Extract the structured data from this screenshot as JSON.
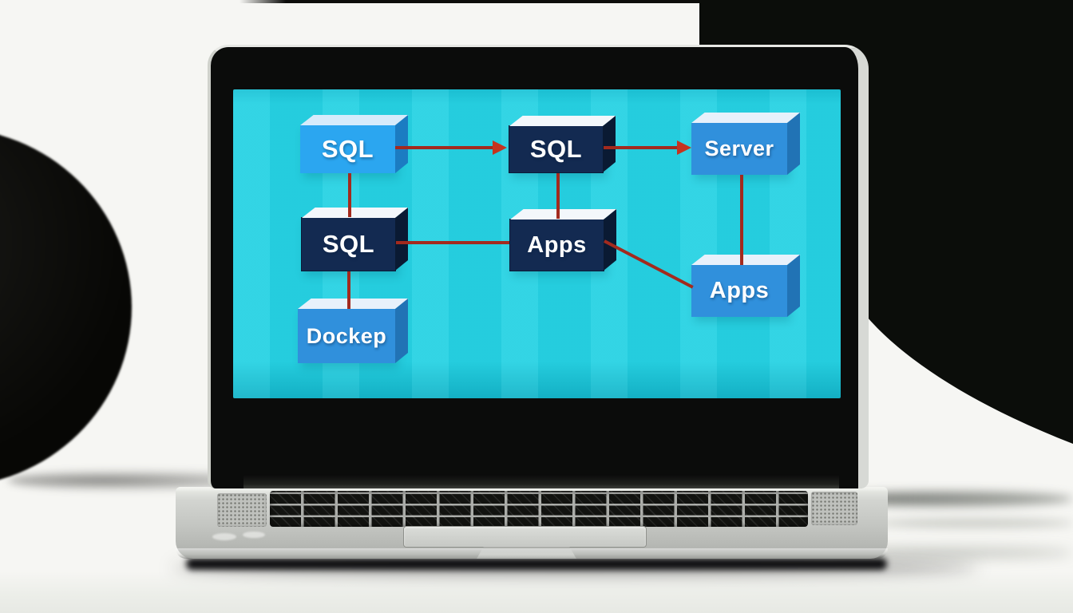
{
  "diagram": {
    "nodes": [
      {
        "id": "sql-top-left",
        "label": "SQL",
        "variant": "lightblue"
      },
      {
        "id": "sql-top-middle",
        "label": "SQL",
        "variant": "navy"
      },
      {
        "id": "server",
        "label": "Server",
        "variant": "blue"
      },
      {
        "id": "sql-middle-left",
        "label": "SQL",
        "variant": "navy"
      },
      {
        "id": "apps-middle",
        "label": "Apps",
        "variant": "navy"
      },
      {
        "id": "apps-right",
        "label": "Apps",
        "variant": "blue"
      },
      {
        "id": "docker",
        "label": "Dockep",
        "variant": "blue"
      }
    ],
    "edges": [
      {
        "from": "sql-top-left",
        "to": "sql-top-middle",
        "style": "arrow"
      },
      {
        "from": "sql-top-middle",
        "to": "server",
        "style": "arrow"
      },
      {
        "from": "sql-top-left",
        "to": "sql-middle-left",
        "style": "line"
      },
      {
        "from": "sql-top-middle",
        "to": "apps-middle",
        "style": "line"
      },
      {
        "from": "server",
        "to": "apps-right",
        "style": "line"
      },
      {
        "from": "sql-middle-left",
        "to": "apps-middle",
        "style": "line"
      },
      {
        "from": "apps-middle",
        "to": "apps-right",
        "style": "line"
      },
      {
        "from": "sql-middle-left",
        "to": "docker",
        "style": "line"
      }
    ],
    "colors": {
      "screen_background": "#26d2e3",
      "node_lightblue": "#2ba6f0",
      "node_blue": "#3090dc",
      "node_navy": "#132a51",
      "node_top_face": "#f3f7fb",
      "edge_line": "#a32a1e",
      "edge_arrow": "#c5331f",
      "label_text": "#ffffff"
    }
  }
}
